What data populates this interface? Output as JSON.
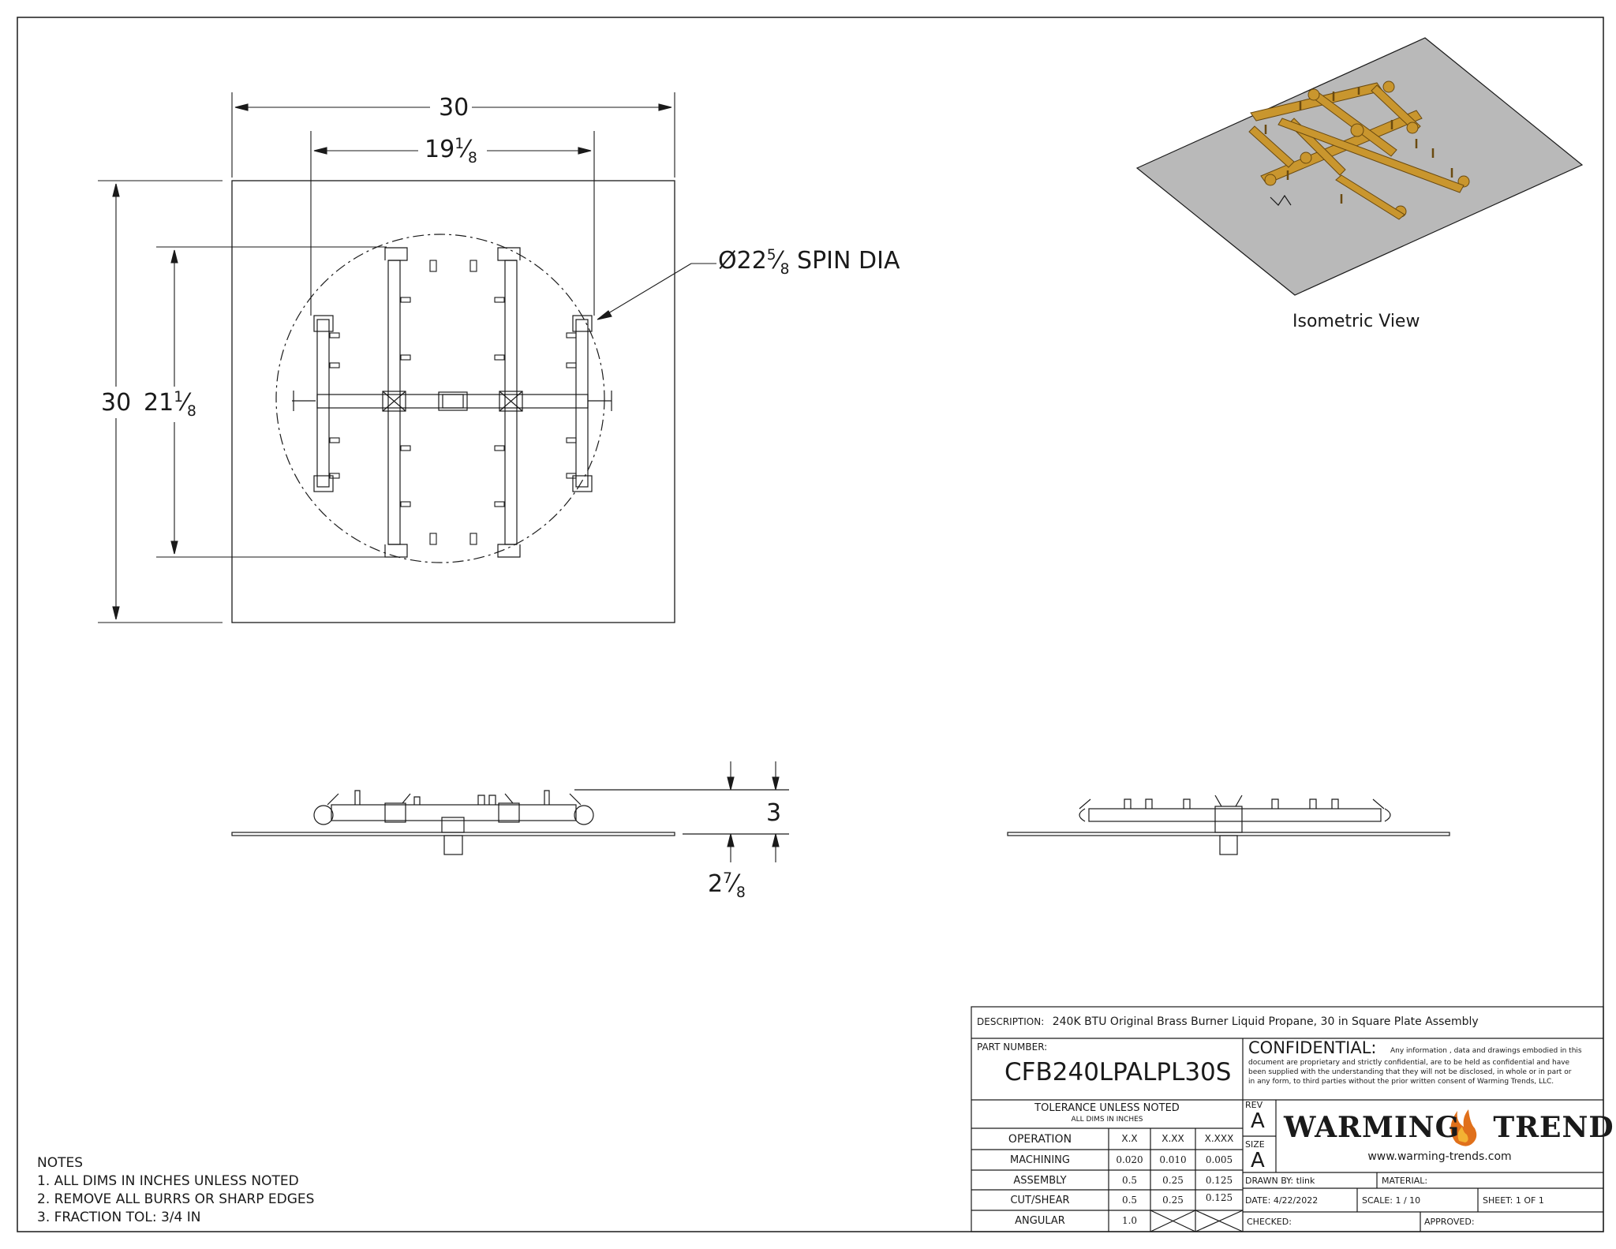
{
  "dimensions": {
    "overall_width": "30",
    "overall_height": "30",
    "burner_width_whole": "19",
    "burner_width_num": "1",
    "burner_width_den": "8",
    "burner_height_whole": "21",
    "burner_height_num": "1",
    "burner_height_den": "8",
    "spin_dia_prefix": "Ø22",
    "spin_dia_num": "5",
    "spin_dia_den": "8",
    "spin_dia_suffix": " SPIN DIA",
    "height_above": "3",
    "depth_below_whole": "2",
    "depth_below_num": "7",
    "depth_below_den": "8"
  },
  "iso_view_label": "Isometric View",
  "notes": {
    "title": "NOTES",
    "items": [
      "1. ALL DIMS IN INCHES UNLESS NOTED",
      "2. REMOVE ALL BURRS OR SHARP EDGES",
      "3. FRACTION TOL: 3/4 IN"
    ]
  },
  "title_block": {
    "description_label": "DESCRIPTION:",
    "description": "240K BTU Original Brass Burner Liquid Propane, 30 in Square Plate Assembly",
    "part_number_label": "PART NUMBER:",
    "part_number": "CFB240LPALPL30S",
    "confidential_title": "CONFIDENTIAL:",
    "confidential_text_1": "Any information , data and drawings embodied in this",
    "confidential_text_2": "document are proprietary and strictly confidential, are to be held as confidential and have",
    "confidential_text_3": "been supplied with the understanding that they will not be disclosed, in whole or in part or",
    "confidential_text_4": "in any form, to third parties without the prior written consent of Warming Trends, LLC.",
    "tolerance_title": "TOLERANCE UNLESS NOTED",
    "tolerance_sub": "ALL DIMS IN INCHES",
    "tol_header": [
      "OPERATION",
      "X.X",
      "X.XX",
      "X.XXX"
    ],
    "tol_rows": [
      [
        "MACHINING",
        "0.020",
        "0.010",
        "0.005"
      ],
      [
        "ASSEMBLY",
        "0.5",
        "0.25",
        "0.125"
      ],
      [
        "CUT/SHEAR",
        "0.5",
        "0.25",
        "0.125"
      ],
      [
        "ANGULAR",
        "1.0",
        "",
        ""
      ]
    ],
    "rev_label": "REV",
    "rev_value": "A",
    "size_label": "SIZE",
    "size_value": "A",
    "logo_part1": "WARMING",
    "logo_part2": "TRENDS",
    "logo_reg": "®",
    "website": "www.warming-trends.com",
    "drawn_by": "DRAWN BY: tlink",
    "material": "MATERIAL:",
    "date": "DATE:   4/22/2022",
    "scale": "SCALE:  1 / 10",
    "sheet": "SHEET:  1    OF    1",
    "checked": "CHECKED:",
    "approved": "APPROVED:"
  },
  "colors": {
    "line": "#1a1a1a",
    "plate": "#b9b9b9",
    "brass": "#c9962e",
    "brass_dark": "#7a5512",
    "logo_flame": "#e0701b"
  }
}
